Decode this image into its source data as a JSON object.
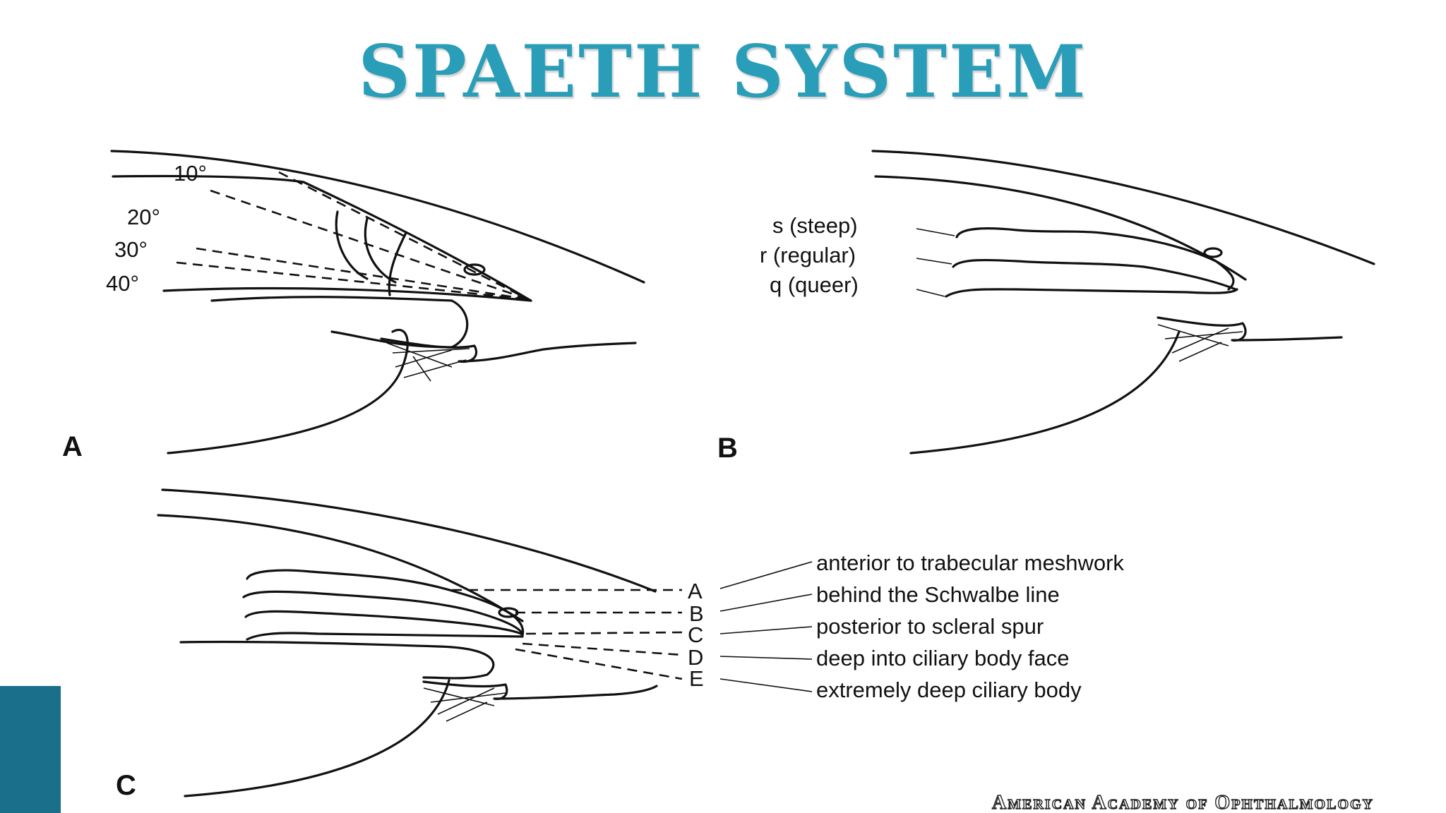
{
  "slide": {
    "title": "SPAETH SYSTEM",
    "credit": "American Academy of Ophthalmology"
  },
  "panel_a": {
    "letter": "A",
    "angles": [
      "10°",
      "20°",
      "30°",
      "40°"
    ]
  },
  "panel_b": {
    "letter": "B",
    "iris_configurations": [
      "s (steep)",
      "r (regular)",
      "q (queer)"
    ]
  },
  "panel_c": {
    "letter": "C",
    "insertion_levels": [
      {
        "letter": "A",
        "description": "anterior to trabecular meshwork"
      },
      {
        "letter": "B",
        "description": "behind the Schwalbe line"
      },
      {
        "letter": "C",
        "description": "posterior to scleral spur"
      },
      {
        "letter": "D",
        "description": "deep into ciliary body face"
      },
      {
        "letter": "E",
        "description": "extremely deep ciliary body"
      }
    ]
  },
  "colors": {
    "title": "#2a9db8",
    "accent_bar": "#1a6f8a",
    "ink": "#111111"
  }
}
